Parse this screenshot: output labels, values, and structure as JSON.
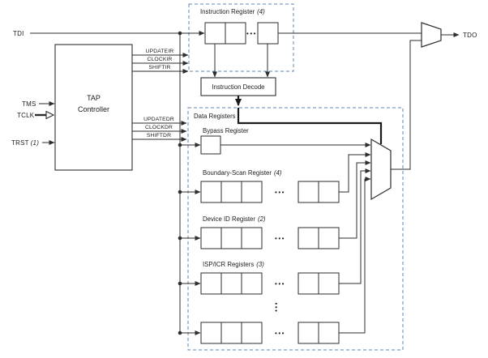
{
  "diagram": {
    "pins": {
      "tdi": "TDI",
      "tms": "TMS",
      "tclk": "TCLK",
      "trst": "TRST",
      "trst_note": "(1)",
      "tdo": "TDO"
    },
    "tap_controller": {
      "line1": "TAP",
      "line2": "Controller"
    },
    "ir_signals": [
      "UPDATEIR",
      "CLOCKIR",
      "SHIFTIR"
    ],
    "dr_signals": [
      "UPDATEDR",
      "CLOCKDR",
      "SHIFTDR"
    ],
    "instruction_register": {
      "title": "Instruction Register",
      "note": "(4)"
    },
    "instruction_decode_label": "Instruction Decode",
    "data_registers": {
      "title": "Data Registers",
      "bypass_label": "Bypass Register",
      "boundary_scan": {
        "title": "Boundary-Scan Register",
        "note": "(4)"
      },
      "device_id": {
        "title": "Device ID Register",
        "note": "(2)"
      },
      "isp_icr": {
        "title": "ISP/ICR Registers",
        "note": "(3)"
      }
    },
    "ellipsis": "•••",
    "colors": {
      "wire": "#2e2e2e",
      "dashed_border": "#5f87b0",
      "background": "#ffffff"
    }
  }
}
